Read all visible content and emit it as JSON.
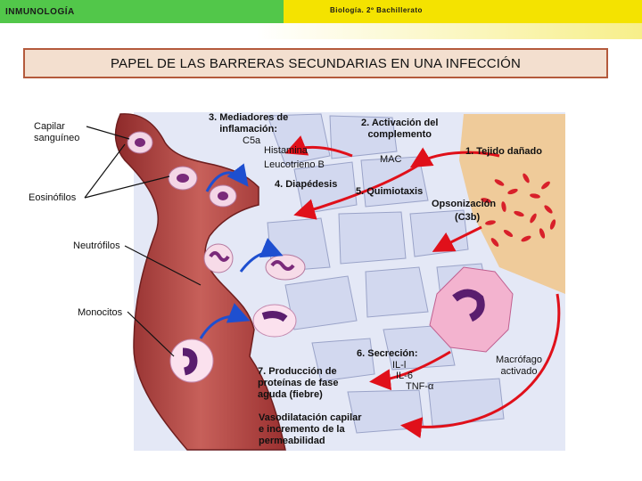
{
  "header": {
    "left_title": "INMUNOLOGÍA",
    "right_title": "Biología. 2º Bachillerato",
    "left_color": "#52c74a",
    "right_color": "#f4e300"
  },
  "slide_title": "PAPEL DE LAS BARRERAS SECUNDARIAS EN UNA INFECCIÓN",
  "labels": {
    "capilar_1": "Capilar",
    "capilar_2": "sanguíneo",
    "eosinofilos": "Eosinófilos",
    "neutrofilos": "Neutrófilos",
    "monocitos": "Monocitos",
    "mediadores_1": "3. Mediadores de",
    "mediadores_2": "inflamación:",
    "c5a": "C5a",
    "histamina": "Histamina",
    "leucotrieno": "Leucotrieno B",
    "diapedesis": "4. Diapédesis",
    "complemento_1": "2. Activación del",
    "complemento_2": "complemento",
    "mac": "MAC",
    "tejido": "1. Tejido dañado",
    "quimiotaxis": "5. Quimiotaxis",
    "opsonizacion": "Opsonización",
    "c3b": "(C3b)",
    "secrecion": "6. Secreción:",
    "il1": "IL-l",
    "il6": "IL-6",
    "tnf": "TNF-α",
    "produccion_1": "7. Producción de",
    "produccion_2": "proteínas de fase",
    "produccion_3": "aguda (fiebre)",
    "vaso_1": "Vasodilatación capilar",
    "vaso_2": "e  incremento  de  la",
    "vaso_3": "permeabilidad",
    "macrofago_1": "Macrófago",
    "macrofago_2": "activado"
  },
  "colors": {
    "vessel": "#c0504d",
    "tissue_cells": "#c9cfe8",
    "damaged_tissue": "#f0c890",
    "bacteria": "#d8202a",
    "red_arrow": "#e0101a",
    "blue_arrow": "#1e4fd0",
    "nucleus": "#7a2a7a"
  }
}
